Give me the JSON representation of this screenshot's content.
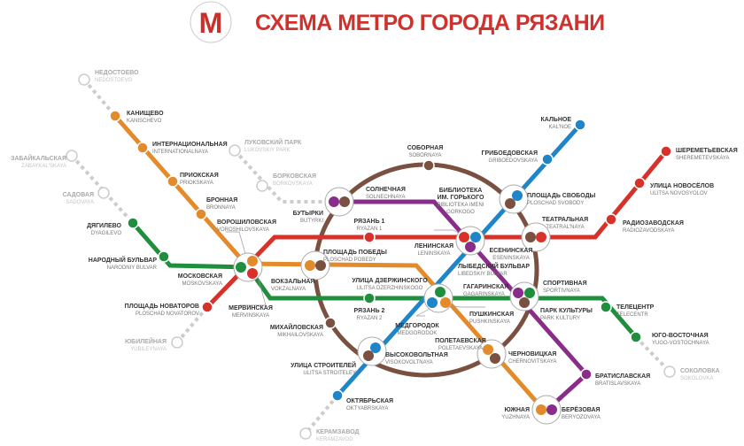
{
  "header": {
    "logo_letter": "M",
    "title": "СХЕМА МЕТРО ГОРОДА РЯЗАНИ"
  },
  "colors": {
    "orange": "#e38a2a",
    "green": "#1f8f3e",
    "red": "#d6322a",
    "blue": "#1e85c8",
    "purple": "#8a2c8a",
    "brown": "#7a5040",
    "planned": "#cccccc",
    "title": "#d0312d"
  },
  "stations": [
    {
      "id": "nedostoevo",
      "ru": "НЕДОСТОЕВО",
      "en": "NEDOSTOEVO",
      "planned": true
    },
    {
      "id": "kanischevo",
      "ru": "КАНИЩЕВО",
      "en": "KANISCHEVO"
    },
    {
      "id": "internatsionalnaya",
      "ru": "ИНТЕРНАЦИОНАЛЬНАЯ",
      "en": "INTERNATIONALNAYA"
    },
    {
      "id": "priokskaya",
      "ru": "ПРИОКСКАЯ",
      "en": "PRIOKSKAYA"
    },
    {
      "id": "bronnaya",
      "ru": "БРОННАЯ",
      "en": "BRONNAYA"
    },
    {
      "id": "voroshilovskaya",
      "ru": "ВОРОШИЛОВСКАЯ",
      "en": "VOROSHILOVSKAYA"
    },
    {
      "id": "moskovskaya",
      "ru": "МОСКОВСКАЯ",
      "en": "MOSKOVSKAYA"
    },
    {
      "id": "mervinskaya",
      "ru": "МЕРВИНСКАЯ",
      "en": "MERVINSKAYA"
    },
    {
      "id": "zabaykalskaya",
      "ru": "ЗАБАЙКАЛЬСКАЯ",
      "en": "ZABAYKAL'SKAYA",
      "planned": true
    },
    {
      "id": "sadovaya",
      "ru": "САДОВАЯ",
      "en": "SADOVAYA",
      "planned": true
    },
    {
      "id": "dyagilevo",
      "ru": "ДЯГИЛЕВО",
      "en": "DYAGILEVO"
    },
    {
      "id": "narodny",
      "ru": "НАРОДНЫЙ БУЛЬВАР",
      "en": "NARODNIY BULVAR"
    },
    {
      "id": "novatorov",
      "ru": "ПЛОЩАДЬ НОВАТОРОВ",
      "en": "PLOSCHAD NOVATOROV"
    },
    {
      "id": "yubileynaya",
      "ru": "ЮБИЛЕЙНАЯ",
      "en": "YUBILEYNAYA",
      "planned": true
    },
    {
      "id": "lukovsky",
      "ru": "ЛУКОВСКИЙ ПАРК",
      "en": "LUKOVSKIY PARK",
      "planned": true
    },
    {
      "id": "borkovskaya",
      "ru": "БОРКОВСКАЯ",
      "en": "BORKOVSKAYA",
      "planned": true
    },
    {
      "id": "butyrki",
      "ru": "БУТЫРКИ",
      "en": "BUTYRKI"
    },
    {
      "id": "solnechnaya",
      "ru": "СОЛНЕЧНАЯ",
      "en": "SOLNECHNAYA"
    },
    {
      "id": "ryazan1",
      "ru": "РЯЗАНЬ 1",
      "en": "RYAZAN 1"
    },
    {
      "id": "pobedy",
      "ru": "ПЛОЩАДЬ ПОБЕДЫ",
      "en": "PLOSCHAD POBEDY"
    },
    {
      "id": "vokzalnaya",
      "ru": "ВОКЗАЛЬНАЯ",
      "en": "VOKZALNAYA"
    },
    {
      "id": "dzerzhinskogo",
      "ru": "УЛИЦА ДЗЕРЖИНСКОГО",
      "en": "ULITSA DZERZHINSKOGO"
    },
    {
      "id": "ryazan2",
      "ru": "РЯЗАНЬ 2",
      "en": "RYAZAN 2"
    },
    {
      "id": "mikhaylovskaya",
      "ru": "МИХАЙЛОВСКАЯ",
      "en": "MIKHAILOVSKAYA"
    },
    {
      "id": "medgorodok",
      "ru": "МЕДГОРОДОК",
      "en": "MEDGORODOK"
    },
    {
      "id": "stroiteley",
      "ru": "УЛИЦА СТРОИТЕЛЕЙ",
      "en": "ULITSA STROITELEY"
    },
    {
      "id": "vysokovoltnaya",
      "ru": "ВЫСОКОВОЛЬТНАЯ",
      "en": "VISOKOVOLTNAYA"
    },
    {
      "id": "oktyabrskaya",
      "ru": "ОКТЯБРЬСКАЯ",
      "en": "OKTYABRSKAYA"
    },
    {
      "id": "keramzavod",
      "ru": "КЕРАМЗАВОД",
      "en": "KERAMZAVOD",
      "planned": true
    },
    {
      "id": "sobornaya",
      "ru": "СОБОРНАЯ",
      "en": "SOBORNAYA"
    },
    {
      "id": "biblioteka",
      "ru": "БИБЛИОТЕКА|ИМ. ГОРЬКОГО",
      "en": "BIBLIOTEKA IMENI|GORKOGO"
    },
    {
      "id": "leninskaya",
      "ru": "ЛЕНИНСКАЯ",
      "en": "LENINSKAYA"
    },
    {
      "id": "svobody",
      "ru": "ПЛОЩАДЬ СВОБОДЫ",
      "en": "PLOSCHAD SVOBODY"
    },
    {
      "id": "griboedovskaya",
      "ru": "ГРИБОЕДОВСКАЯ",
      "en": "GRIBOEDOVSKAYA"
    },
    {
      "id": "kalnoe",
      "ru": "КАЛЬНОЕ",
      "en": "KAL'NOE"
    },
    {
      "id": "teatralnaya",
      "ru": "ТЕАТРАЛЬНАЯ",
      "en": "TEATRAL'NAYA"
    },
    {
      "id": "eseninskaya",
      "ru": "ЕСЕНИНСКАЯ",
      "en": "ESENINSKAYA"
    },
    {
      "id": "libedskiy",
      "ru": "ЛЫБЕДСКИЙ БУЛЬВАР",
      "en": "LIBEDSKIY BULVAR"
    },
    {
      "id": "gagarinskaya",
      "ru": "ГАГАРИНСКАЯ",
      "en": "GAGARINSKAYA"
    },
    {
      "id": "pushkinskaya",
      "ru": "ПУШКИНСКАЯ",
      "en": "PUSHKINSKAYA"
    },
    {
      "id": "sportivnaya",
      "ru": "СПОРТИВНАЯ",
      "en": "SPORTIVNAYA"
    },
    {
      "id": "park",
      "ru": "ПАРК КУЛЬТУРЫ",
      "en": "PARK KULTURY"
    },
    {
      "id": "poletaevskaya",
      "ru": "ПОЛЕТАЕВСКАЯ",
      "en": "POLETAEVSKAYA"
    },
    {
      "id": "chernovitskaya",
      "ru": "ЧЕРНОВИЦКАЯ",
      "en": "CHERNOVITSKAYA"
    },
    {
      "id": "telecentr",
      "ru": "ТЕЛЕЦЕНТР",
      "en": "TELECENTR"
    },
    {
      "id": "yugo",
      "ru": "ЮГО-ВОСТОЧНАЯ",
      "en": "YUGO-VOSTOCHNAYA"
    },
    {
      "id": "sokolovka",
      "ru": "СОКОЛОВКА",
      "en": "SOKOLOVKA",
      "planned": true
    },
    {
      "id": "bratislavskaya",
      "ru": "БРАТИСЛАВСКАЯ",
      "en": "BRATISLAVSKAYA"
    },
    {
      "id": "yuzhnaya",
      "ru": "ЮЖНАЯ",
      "en": "YUZHNAYA"
    },
    {
      "id": "beryozovaya",
      "ru": "БЕРЁЗОВАЯ",
      "en": "BERYOZOVAYA"
    },
    {
      "id": "radiozavodskaya",
      "ru": "РАДИОЗАВОДСКАЯ",
      "en": "RADIOZAVODSKAYA"
    },
    {
      "id": "novosyolov",
      "ru": "УЛИЦА НОВОСЁЛОВ",
      "en": "ULITSA NOVOSYOLOV"
    },
    {
      "id": "sheremetevskaya",
      "ru": "ШЕРЕМЕТЬЕВСКАЯ",
      "en": "SHEREMETEVSKAYA"
    }
  ]
}
